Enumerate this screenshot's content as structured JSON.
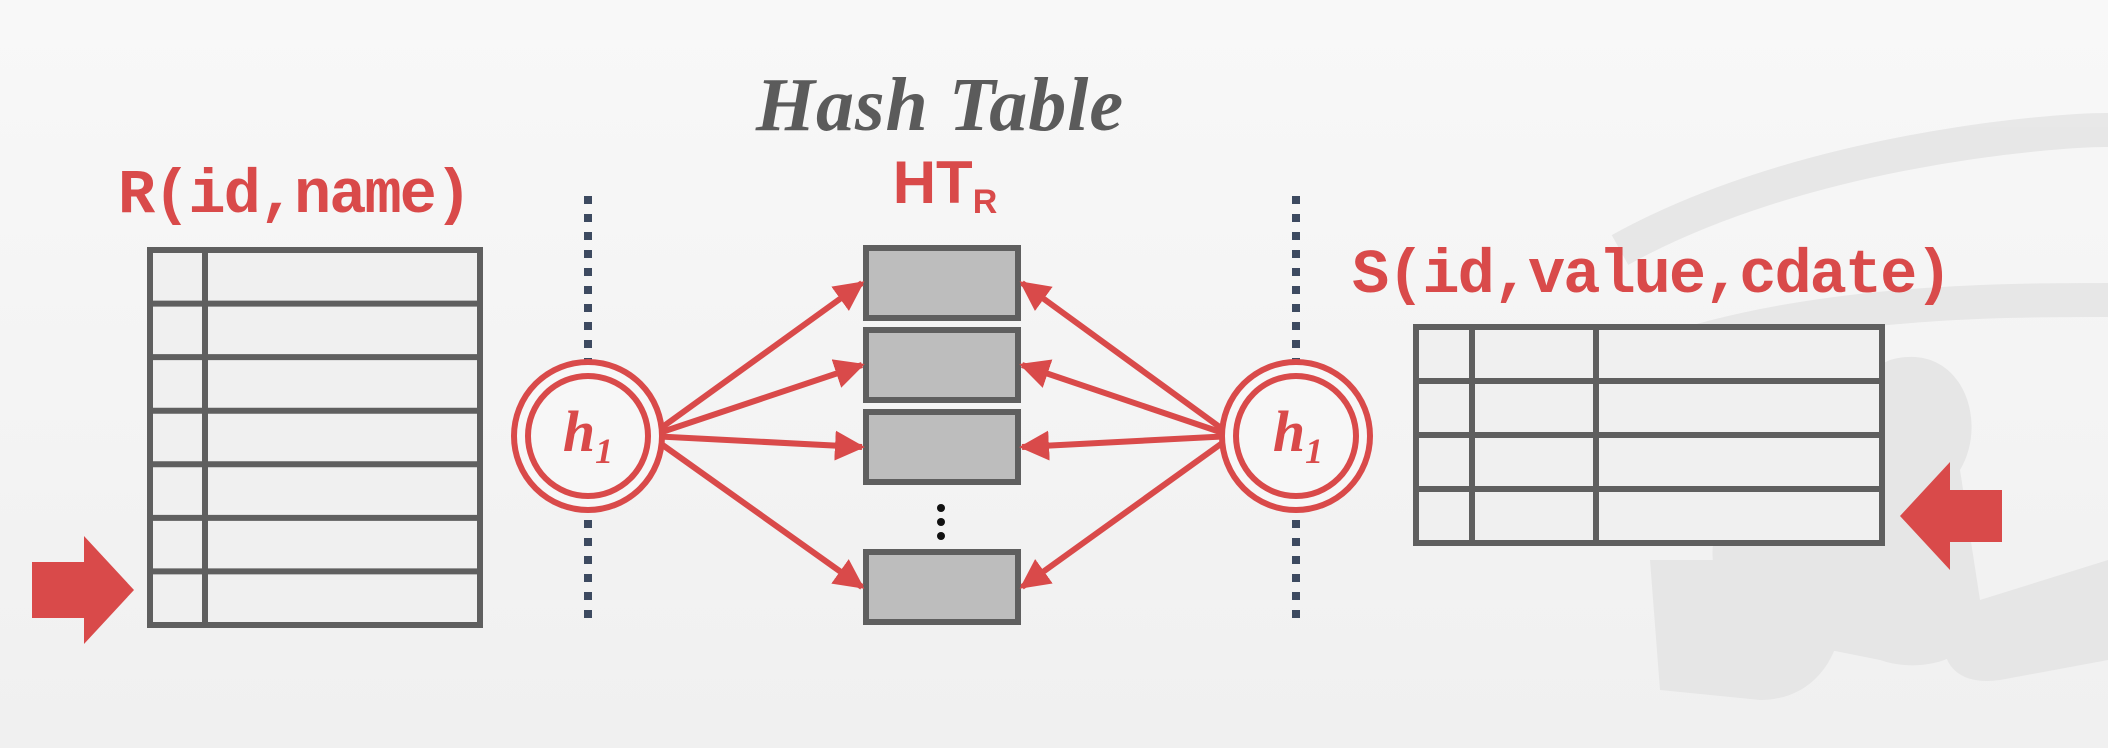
{
  "diagram": {
    "title": "Hash Table",
    "hash_table": {
      "label": "HT",
      "subscript": "R"
    },
    "left_relation": {
      "label": "R(id,name)",
      "rows": 7,
      "columns": 2
    },
    "right_relation": {
      "label": "S(id,value,cdate)",
      "rows": 4,
      "columns": 3
    },
    "hash_function": {
      "label": "h",
      "subscript": "1"
    },
    "ellipsis": "⋮",
    "colors": {
      "accent": "#d94a4a",
      "border": "#5f5f5f",
      "table_fill": "#f0f0f0",
      "bucket_fill": "#bdbdbd",
      "divider": "#3d4a60"
    }
  }
}
